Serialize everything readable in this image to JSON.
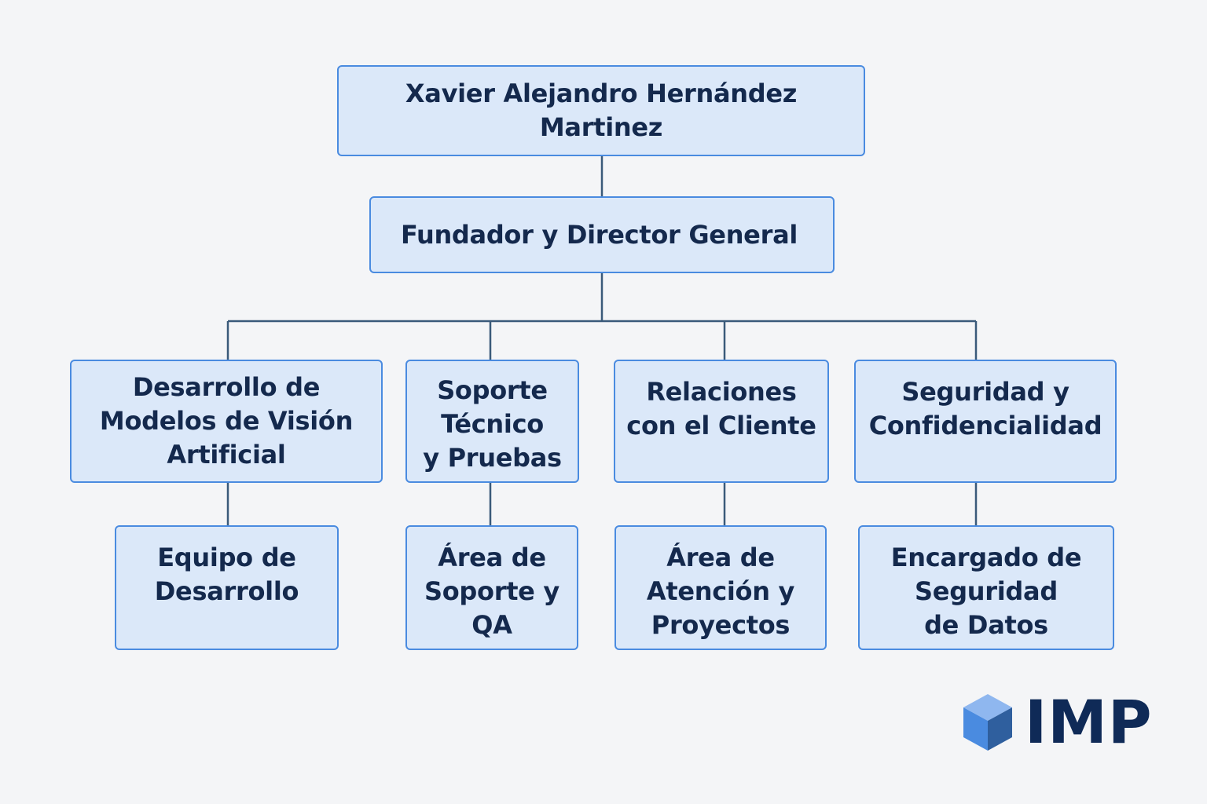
{
  "root": {
    "name": "Xavier Alejandro Hernández Martinez"
  },
  "role": {
    "title": "Fundador y Director General"
  },
  "departments": [
    {
      "label": "Desarrollo de\nModelos de Visión\nArtificial"
    },
    {
      "label": "Soporte\nTécnico\ny Pruebas"
    },
    {
      "label": "Relaciones\ncon el Cliente"
    },
    {
      "label": "Seguridad y\nConfidencialidad"
    }
  ],
  "teams": [
    {
      "label": "Equipo de\nDesarrollo"
    },
    {
      "label": "Área de\nSoporte y\nQA"
    },
    {
      "label": "Área de\nAtención y\nProyectos"
    },
    {
      "label": "Encargado de\nSeguridad\nde Datos"
    }
  ],
  "logo": {
    "text": "IMP",
    "icon": "cube-icon",
    "color": "#0f2a57",
    "accent": "#4a8be0"
  },
  "colors": {
    "box_fill": "#dbe8f9",
    "box_border": "#4a8be0",
    "text": "#14294d",
    "line": "#3a5a7a"
  }
}
